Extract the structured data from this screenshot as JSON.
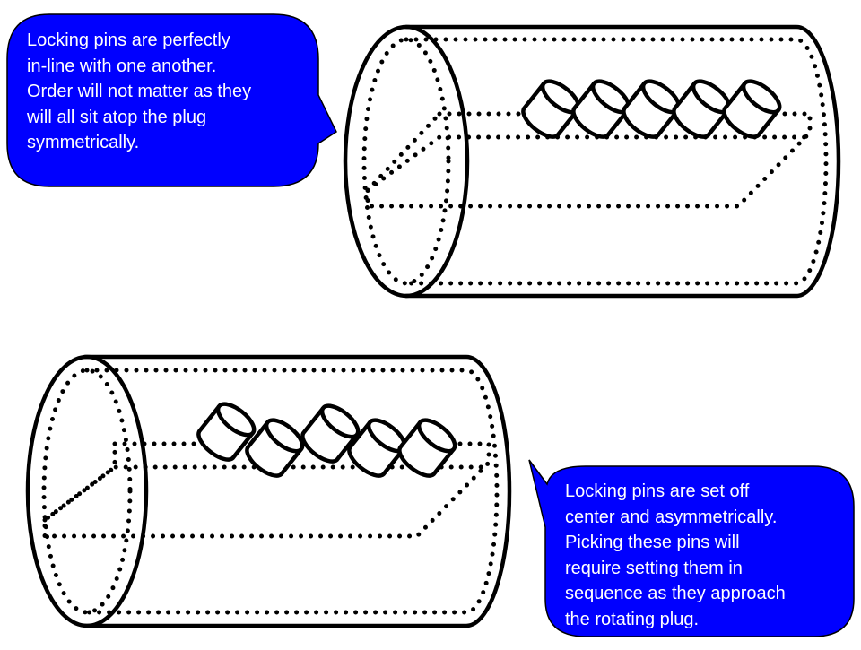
{
  "colors": {
    "background": "#ffffff",
    "callout_fill": "#0000ff",
    "callout_text": "#ffffff",
    "line": "#000000"
  },
  "callouts": {
    "top": {
      "lines": [
        "Locking pins are perfectly",
        "in-line with one another.",
        "Order will not matter as they",
        "will all sit atop the plug",
        "symmetrically."
      ]
    },
    "bottom": {
      "lines": [
        "Locking pins are set off",
        "center and asymmetrically.",
        "Picking these pins will",
        "require setting them in",
        "sequence as they approach",
        "the rotating plug."
      ]
    }
  },
  "diagrams": {
    "top": {
      "pin_count": 5,
      "pin_arrangement": "in-line"
    },
    "bottom": {
      "pin_count": 5,
      "pin_arrangement": "offset"
    }
  }
}
